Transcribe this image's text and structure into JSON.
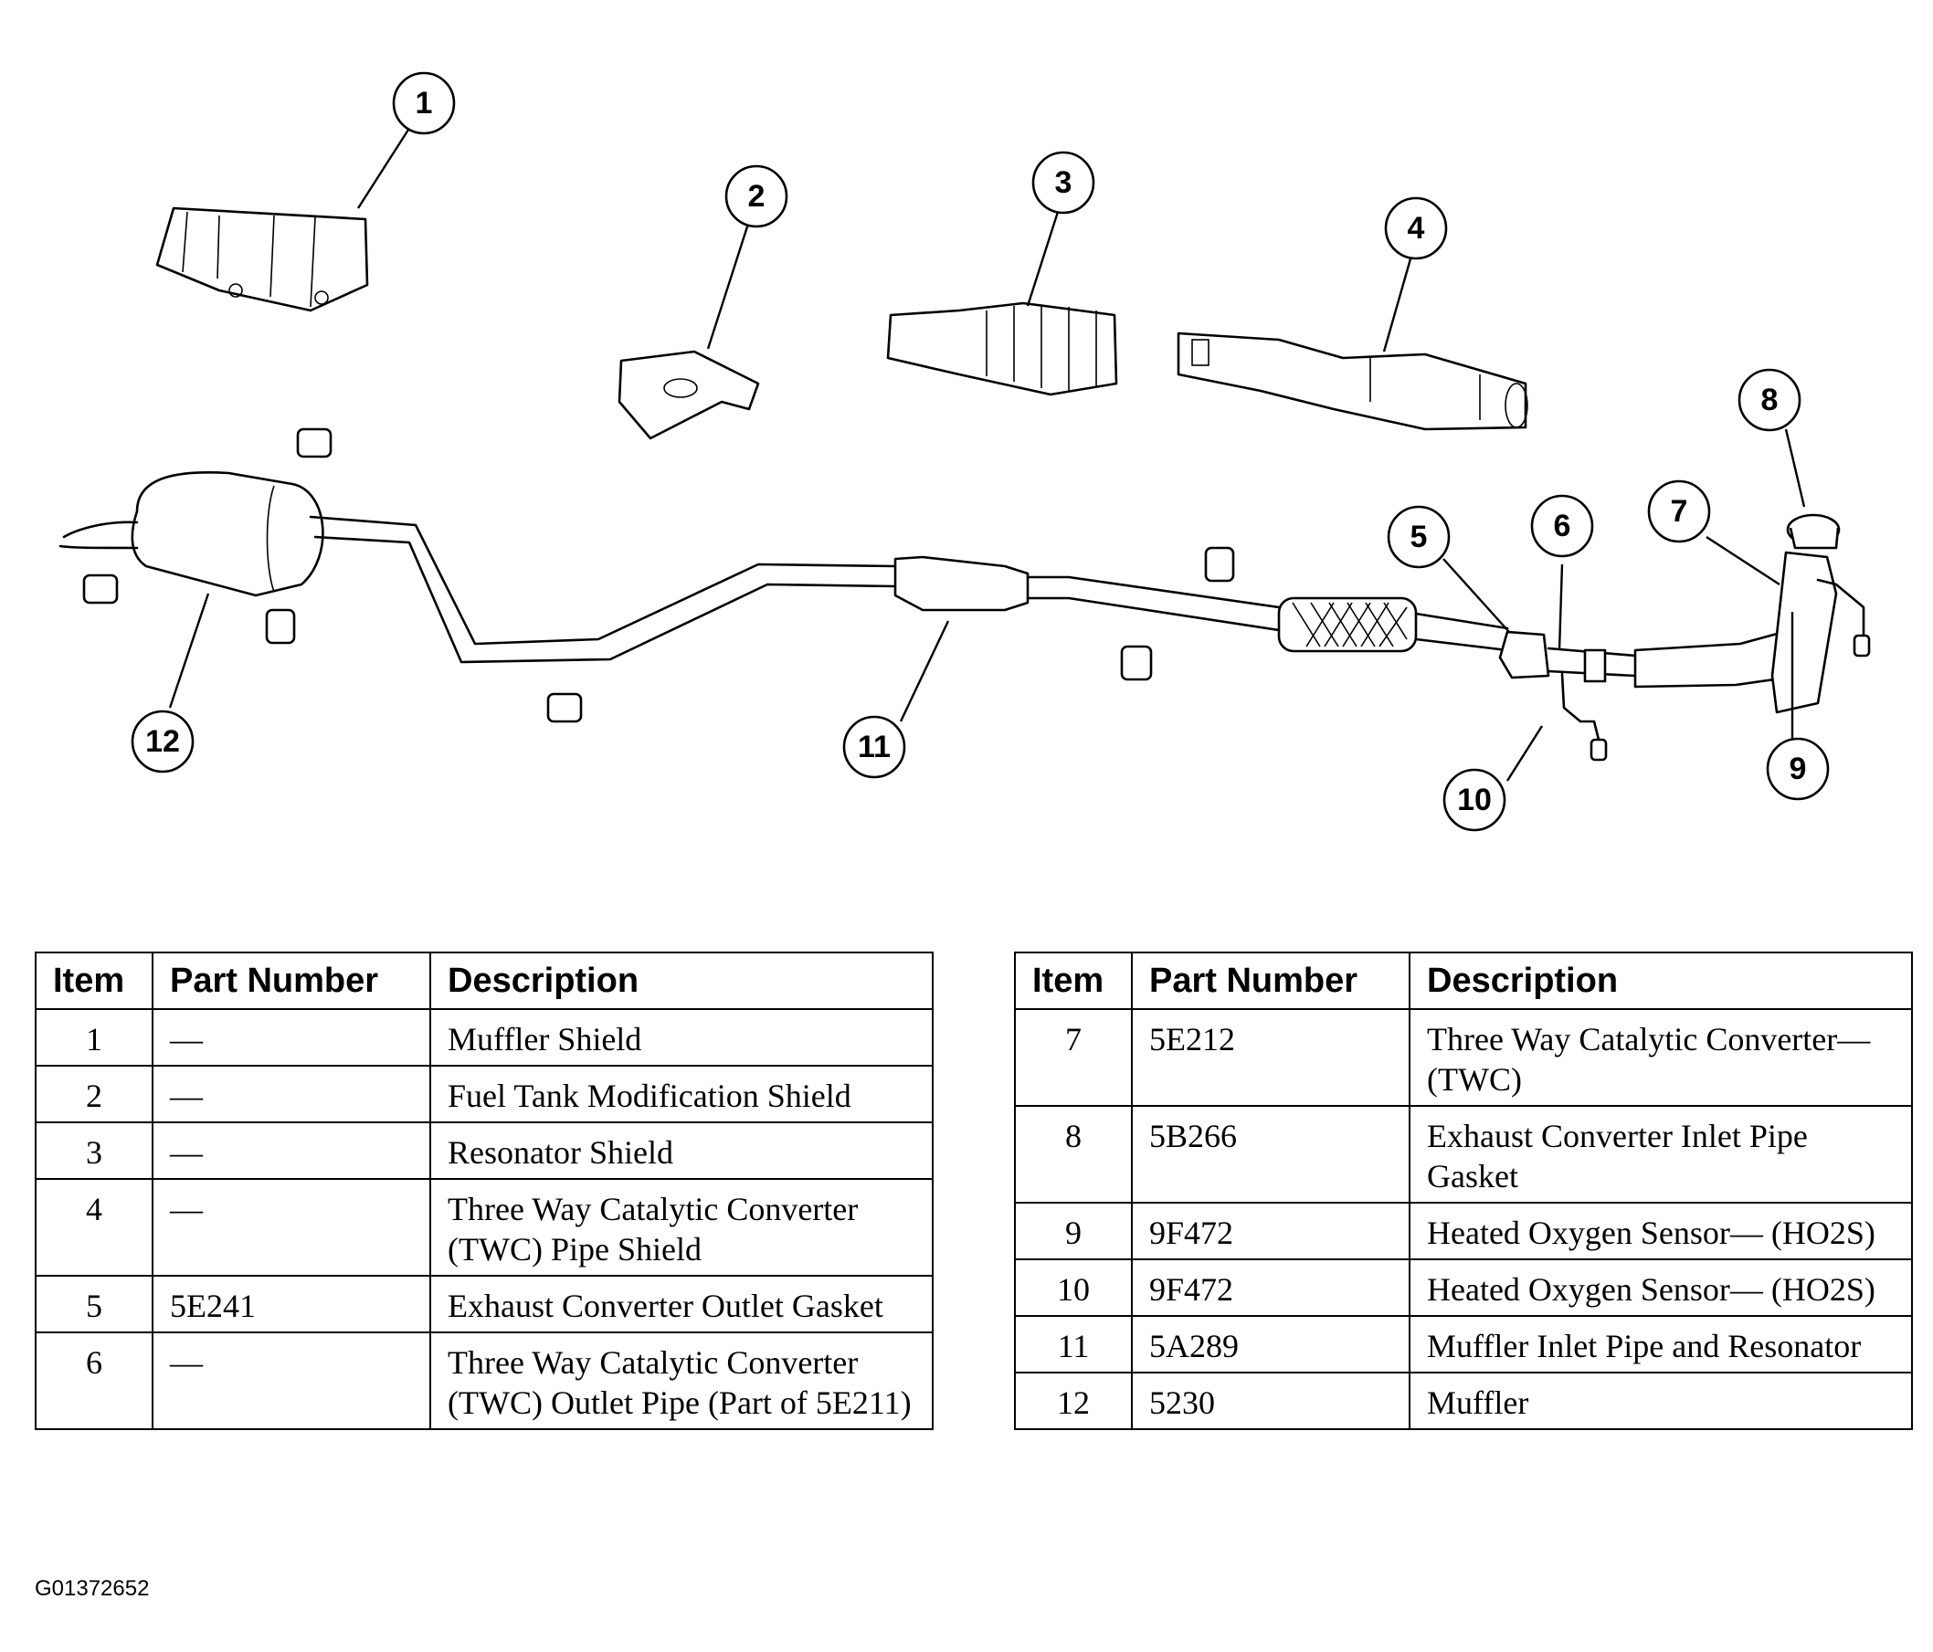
{
  "diagram": {
    "callouts": [
      "1",
      "2",
      "3",
      "4",
      "5",
      "6",
      "7",
      "8",
      "9",
      "10",
      "11",
      "12"
    ]
  },
  "table_headers": {
    "item": "Item",
    "part_number": "Part Number",
    "description": "Description"
  },
  "table_left": [
    {
      "item": "1",
      "part": "—",
      "desc": "Muffler Shield"
    },
    {
      "item": "2",
      "part": "—",
      "desc": "Fuel Tank Modification Shield"
    },
    {
      "item": "3",
      "part": "—",
      "desc": "Resonator Shield"
    },
    {
      "item": "4",
      "part": "—",
      "desc": "Three Way Catalytic Converter (TWC) Pipe Shield"
    },
    {
      "item": "5",
      "part": "5E241",
      "desc": "Exhaust Converter Outlet Gasket"
    },
    {
      "item": "6",
      "part": "—",
      "desc": "Three Way Catalytic Converter (TWC) Outlet Pipe (Part of 5E211)"
    }
  ],
  "table_right": [
    {
      "item": "7",
      "part": "5E212",
      "desc": "Three Way Catalytic Converter— (TWC)"
    },
    {
      "item": "8",
      "part": "5B266",
      "desc": "Exhaust Converter Inlet Pipe Gasket"
    },
    {
      "item": "9",
      "part": "9F472",
      "desc": "Heated Oxygen Sensor— (HO2S)"
    },
    {
      "item": "10",
      "part": "9F472",
      "desc": "Heated Oxygen Sensor— (HO2S)"
    },
    {
      "item": "11",
      "part": "5A289",
      "desc": "Muffler Inlet Pipe and Resonator"
    },
    {
      "item": "12",
      "part": "5230",
      "desc": "Muffler"
    }
  ],
  "figure_id": "G01372652"
}
